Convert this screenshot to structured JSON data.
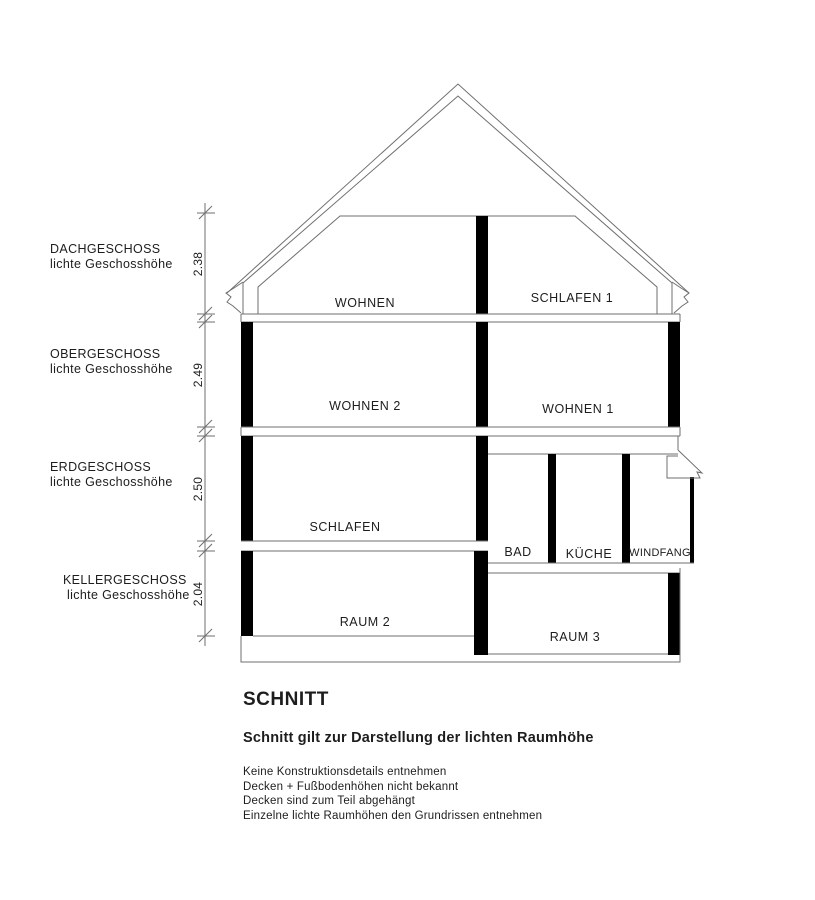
{
  "colors": {
    "background": "#ffffff",
    "hairline": "#6f6f6f",
    "wall_fill": "#000000",
    "text": "#1d1d1d"
  },
  "floor_labels": [
    {
      "name": "DACHGESCHOSS",
      "subtitle": "lichte Geschosshöhe",
      "dimension": "2.38"
    },
    {
      "name": "OBERGESCHOSS",
      "subtitle": "lichte Geschosshöhe",
      "dimension": "2.49"
    },
    {
      "name": "ERDGESCHOSS",
      "subtitle": "lichte Geschosshöhe",
      "dimension": "2.50"
    },
    {
      "name": "KELLERGESCHOSS",
      "subtitle": "lichte Geschosshöhe",
      "dimension": "2.04"
    }
  ],
  "rooms": {
    "attic_left": "WOHNEN",
    "attic_right": "SCHLAFEN 1",
    "upper_left": "WOHNEN 2",
    "upper_right": "WOHNEN 1",
    "ground_left": "SCHLAFEN",
    "ground_bad": "BAD",
    "ground_kueche": "KÜCHE",
    "ground_windfang": "WINDFANG",
    "basement_left": "RAUM 2",
    "basement_right": "RAUM 3"
  },
  "title_block": {
    "title": "SCHNITT",
    "subtitle": "Schnitt gilt zur Darstellung der lichten Raumhöhe",
    "notes": [
      "Keine Konstruktionsdetails entnehmen",
      "Decken + Fußbodenhöhen nicht bekannt",
      "Decken sind zum Teil abgehängt",
      "Einzelne lichte Raumhöhen den Grundrissen entnehmen"
    ]
  }
}
